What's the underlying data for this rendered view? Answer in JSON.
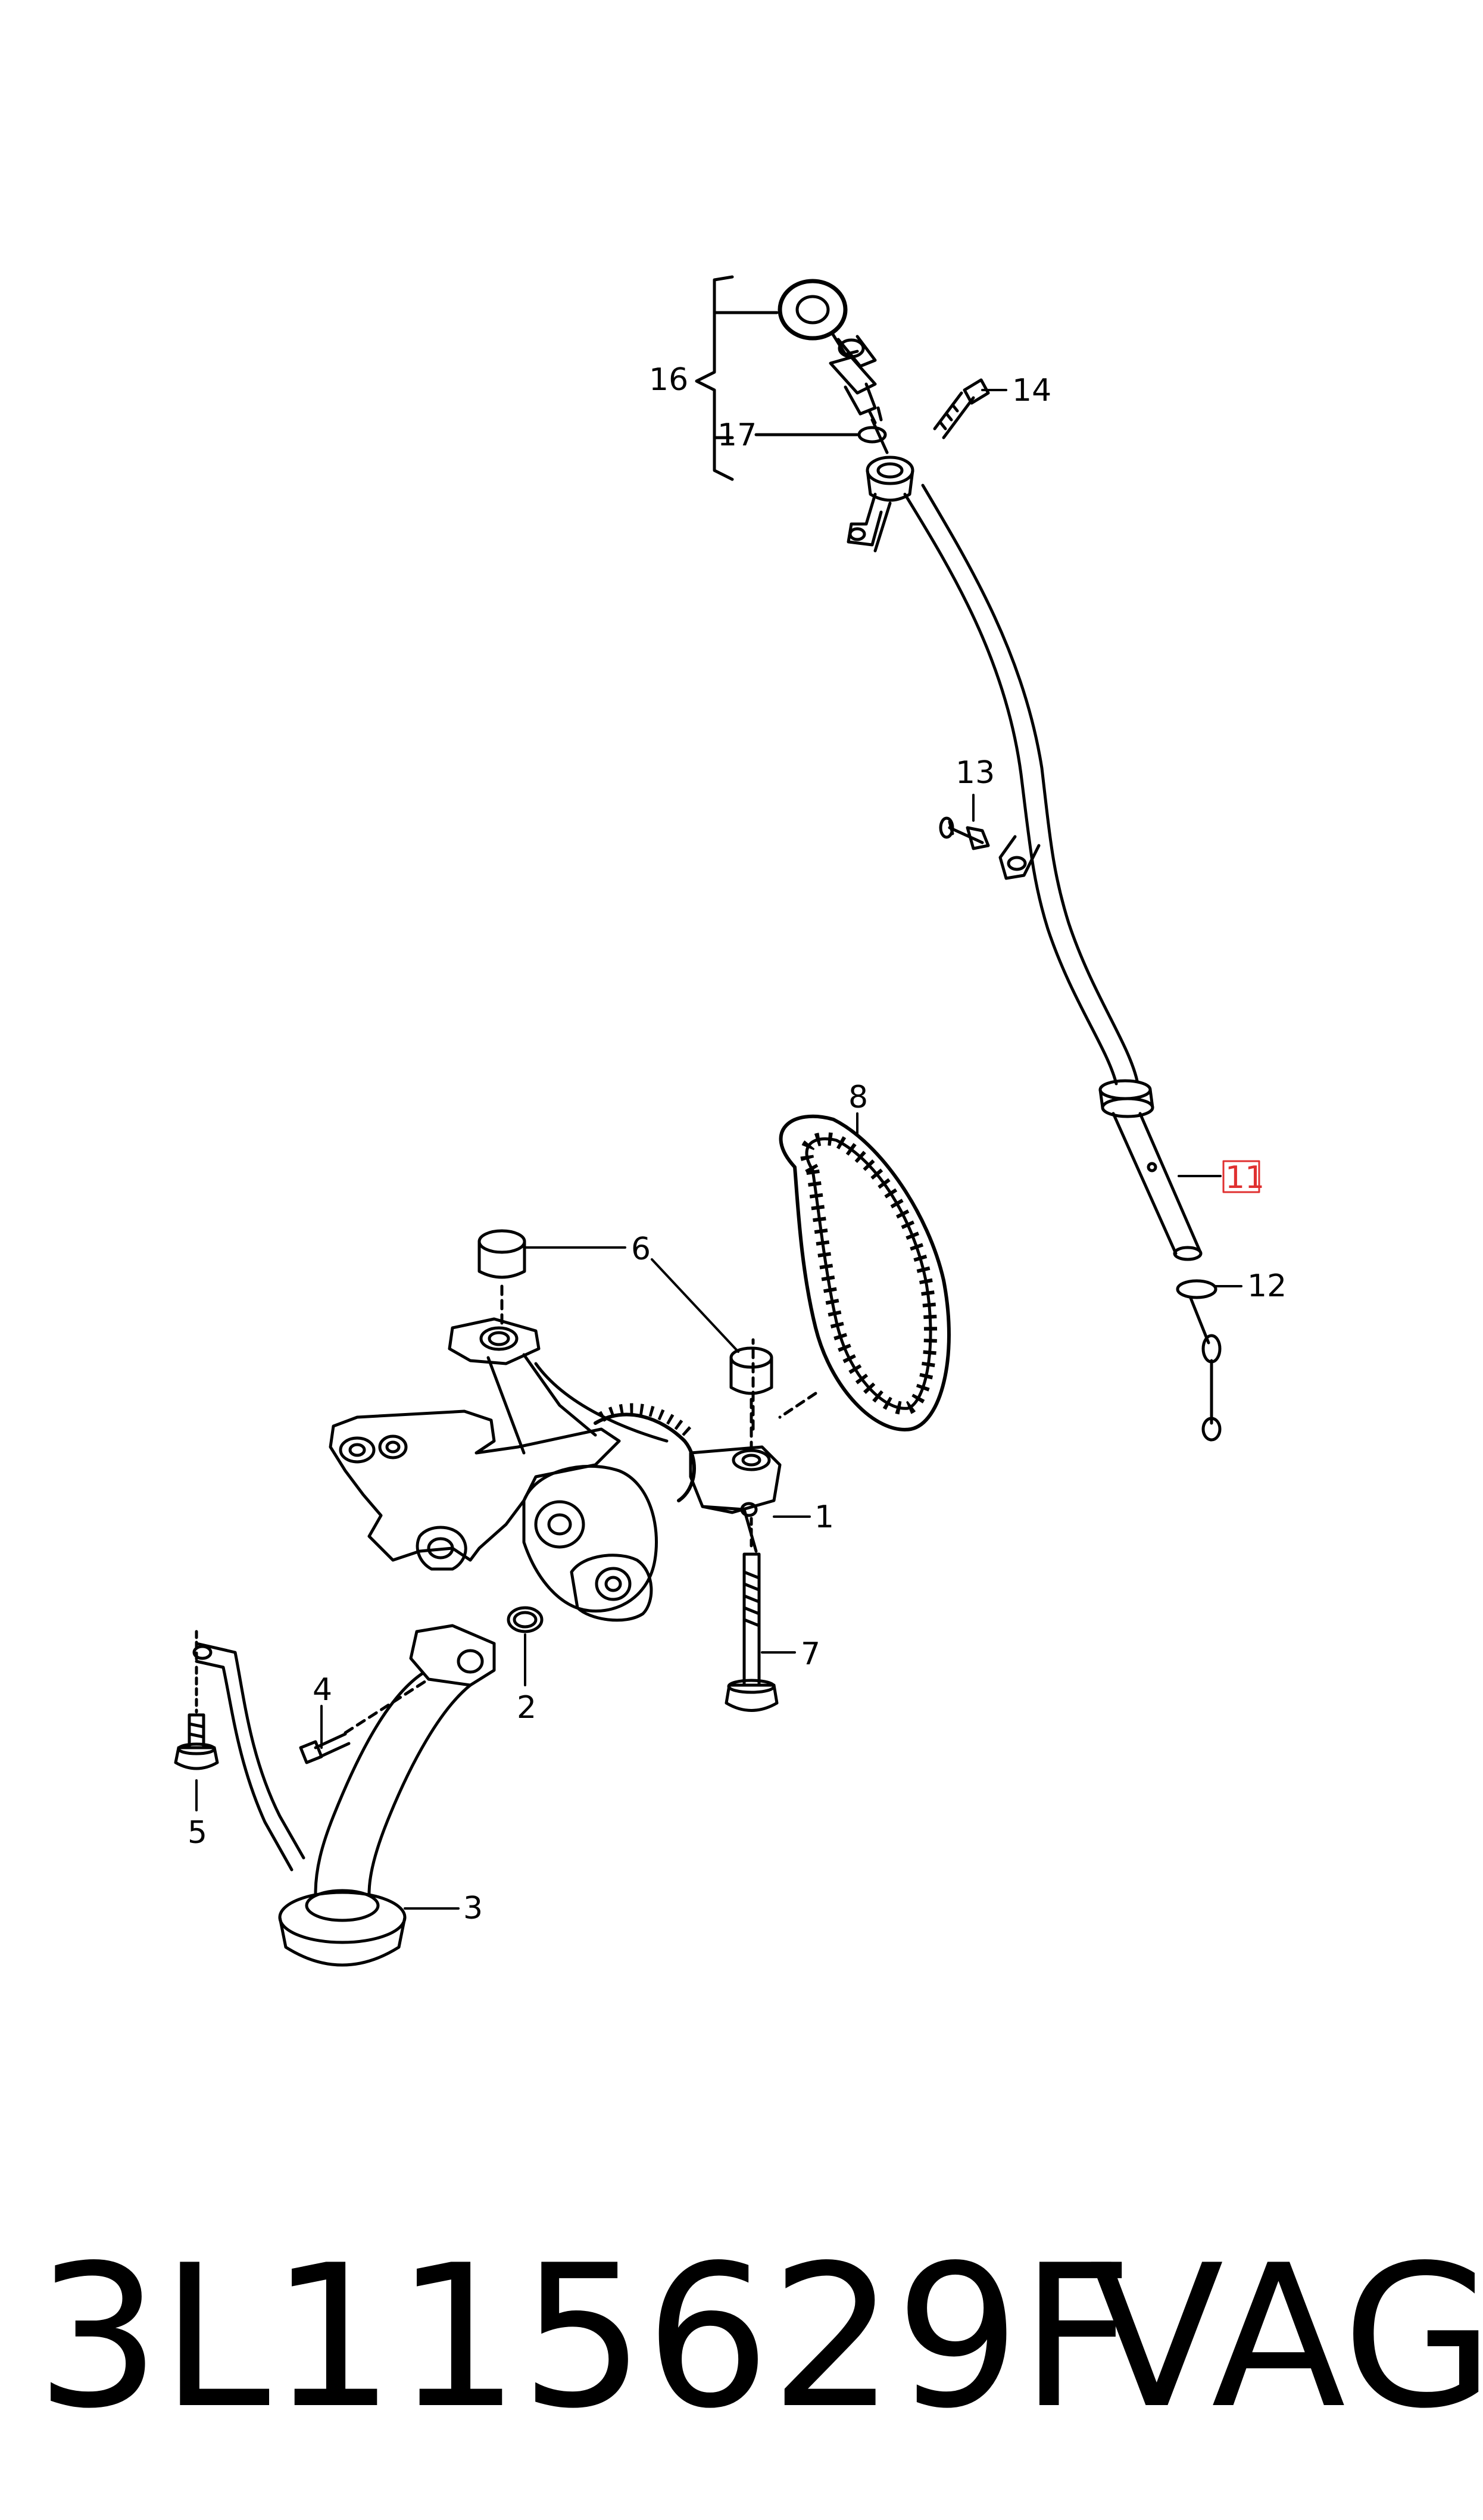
{
  "callouts": {
    "c1": "1",
    "c2": "2",
    "c3": "3",
    "c4": "4",
    "c5": "5",
    "c6": "6",
    "c7": "7",
    "c8": "8",
    "c11": "11",
    "c12": "12",
    "c13": "13",
    "c14": "14",
    "c16": "16",
    "c17": "17"
  },
  "highlight_color": "#e03030",
  "footer": {
    "part_number": "3L115629F",
    "brand": "VAG"
  }
}
